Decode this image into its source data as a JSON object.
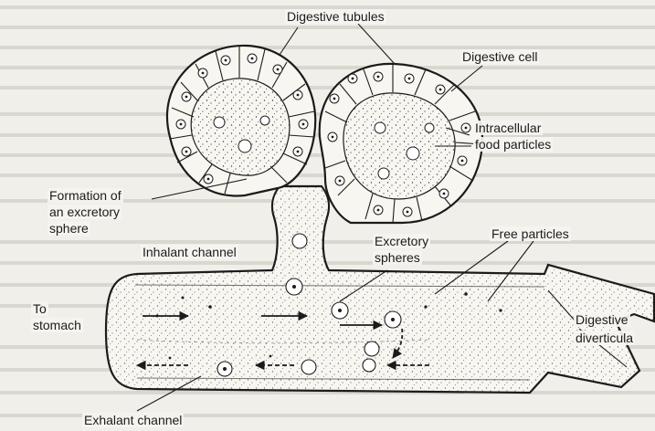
{
  "labels": {
    "digestive_tubules": "Digestive tubules",
    "digestive_cell": "Digestive cell",
    "intracellular_1": "Intracellular",
    "intracellular_2": "food particles",
    "formation_1": "Formation of",
    "formation_2": "an excretory",
    "formation_3": "sphere",
    "inhalant_channel": "Inhalant channel",
    "excretory_1": "Excretory",
    "excretory_2": "spheres",
    "free_particles": "Free particles",
    "to_stomach_1": "To",
    "to_stomach_2": "stomach",
    "digestive_1": "Digestive",
    "digestive_2": "diverticula",
    "exhalant_channel": "Exhalant channel"
  },
  "colors": {
    "ink": "#1b1b1b",
    "paper": "#f1efea"
  }
}
